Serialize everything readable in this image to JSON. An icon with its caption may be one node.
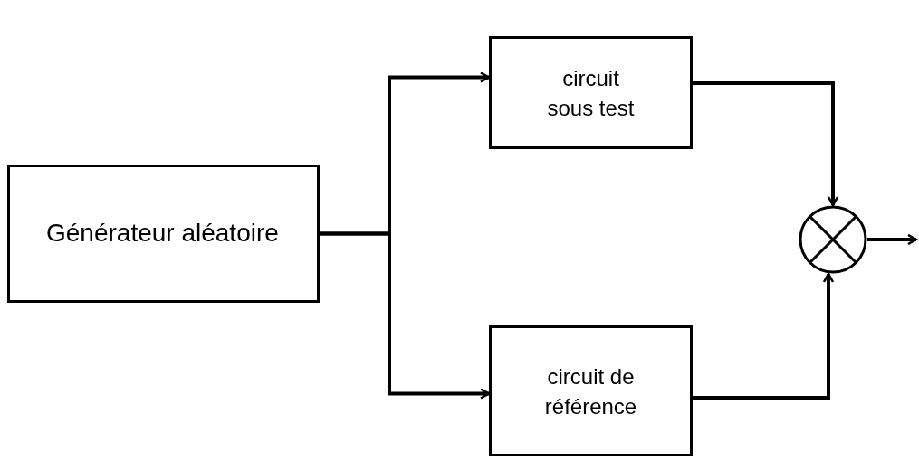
{
  "diagram": {
    "nodes": [
      {
        "text": [
          "Générateur aléatoire"
        ]
      },
      {
        "text": [
          "circuit sous test"
        ]
      },
      {
        "text": [
          "circuit de référence"
        ]
      },
      {
        "text": [],
        "shape": "circle"
      }
    ],
    "edges": [
      {
        "from": 0,
        "to": 1,
        "arrow": "to"
      },
      {
        "from": 0,
        "to": 2,
        "arrow": "to"
      },
      {
        "from": 1,
        "to": 3,
        "arrow": "to"
      },
      {
        "from": 2,
        "to": 3,
        "arrow": "to"
      },
      {
        "from": 3,
        "to": null,
        "arrow": "to"
      }
    ]
  }
}
